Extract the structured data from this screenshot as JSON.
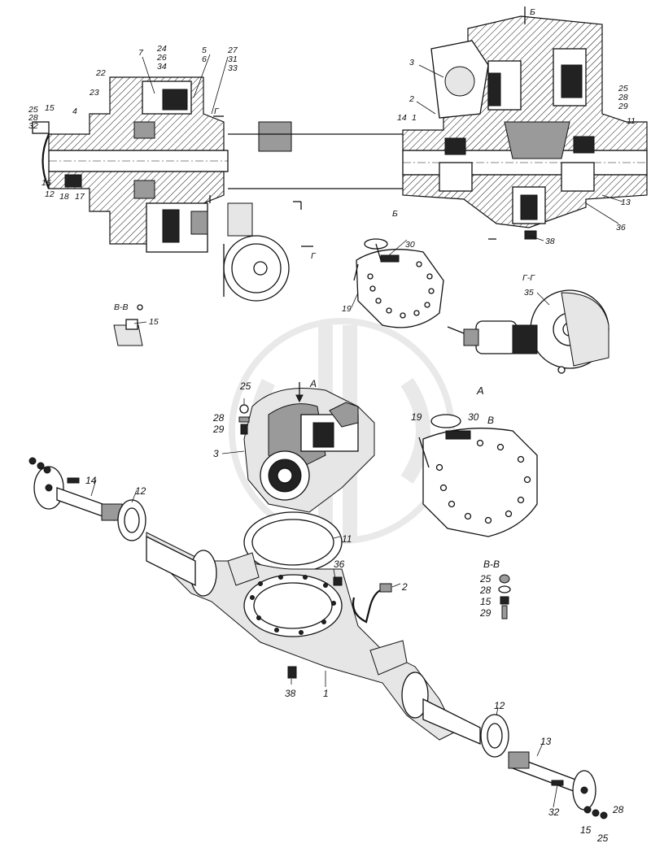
{
  "drawing": {
    "callouts": {
      "c_25a": "25",
      "c_28a": "28",
      "c_32a": "32",
      "c_15a": "15",
      "c_4": "4",
      "c_22": "22",
      "c_23": "23",
      "c_7": "7",
      "c_24": "24",
      "c_26": "26",
      "c_34": "34",
      "c_5": "5",
      "c_6": "6",
      "c_27": "27",
      "c_31": "31",
      "c_33": "33",
      "c_16": "16",
      "c_12a": "12",
      "c_18": "18",
      "c_17": "17",
      "c_3a": "3",
      "c_2a": "2",
      "c_14a": "14",
      "c_1a": "1",
      "c_25b": "25",
      "c_28b": "28",
      "c_29b": "29",
      "c_11a": "11",
      "c_13a": "13",
      "c_36a": "36",
      "c_38a": "38",
      "c_30b": "30",
      "c_19b": "19",
      "c_35": "35",
      "c_15b": "15",
      "c_25c": "25",
      "c_28c": "28",
      "c_29c": "29",
      "c_3b": "3",
      "c_19a": "19",
      "c_30a": "30",
      "c_11b": "11",
      "c_14b": "14",
      "c_12b": "12",
      "c_36b": "36",
      "c_2b": "2",
      "c_38b": "38",
      "c_1b": "1",
      "c_25d": "25",
      "c_28d": "28",
      "c_15d": "15",
      "c_29d": "29",
      "c_12c": "12",
      "c_13b": "13",
      "c_32b": "32",
      "c_28e": "28",
      "c_15e": "15",
      "c_25e": "25"
    },
    "views": {
      "b_top": "Б",
      "g_top": "Г",
      "g_mid": "Г",
      "view_b": "Б",
      "view_gg": "Г-Г",
      "view_vv_top": "В-В",
      "view_a_arrow": "А",
      "view_a": "А",
      "view_vv": "В-В",
      "sec_v": "В"
    }
  }
}
